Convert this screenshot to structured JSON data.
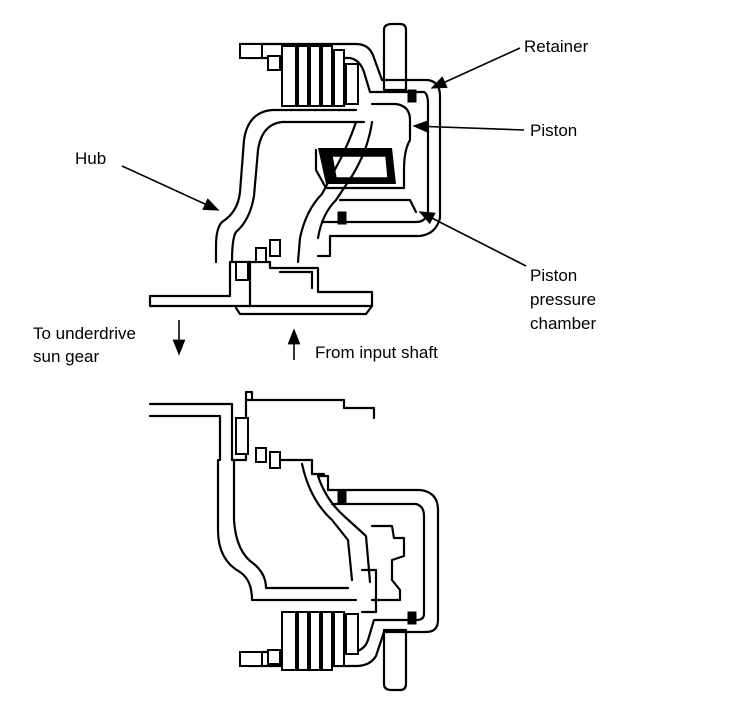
{
  "labels": {
    "retainer": "Retainer",
    "piston": "Piston",
    "hub": "Hub",
    "piston_pressure_chamber": "Piston\npressure\nchamber",
    "to_underdrive_sun_gear": "To underdrive\nsun gear",
    "from_input_shaft": "From input shaft"
  }
}
